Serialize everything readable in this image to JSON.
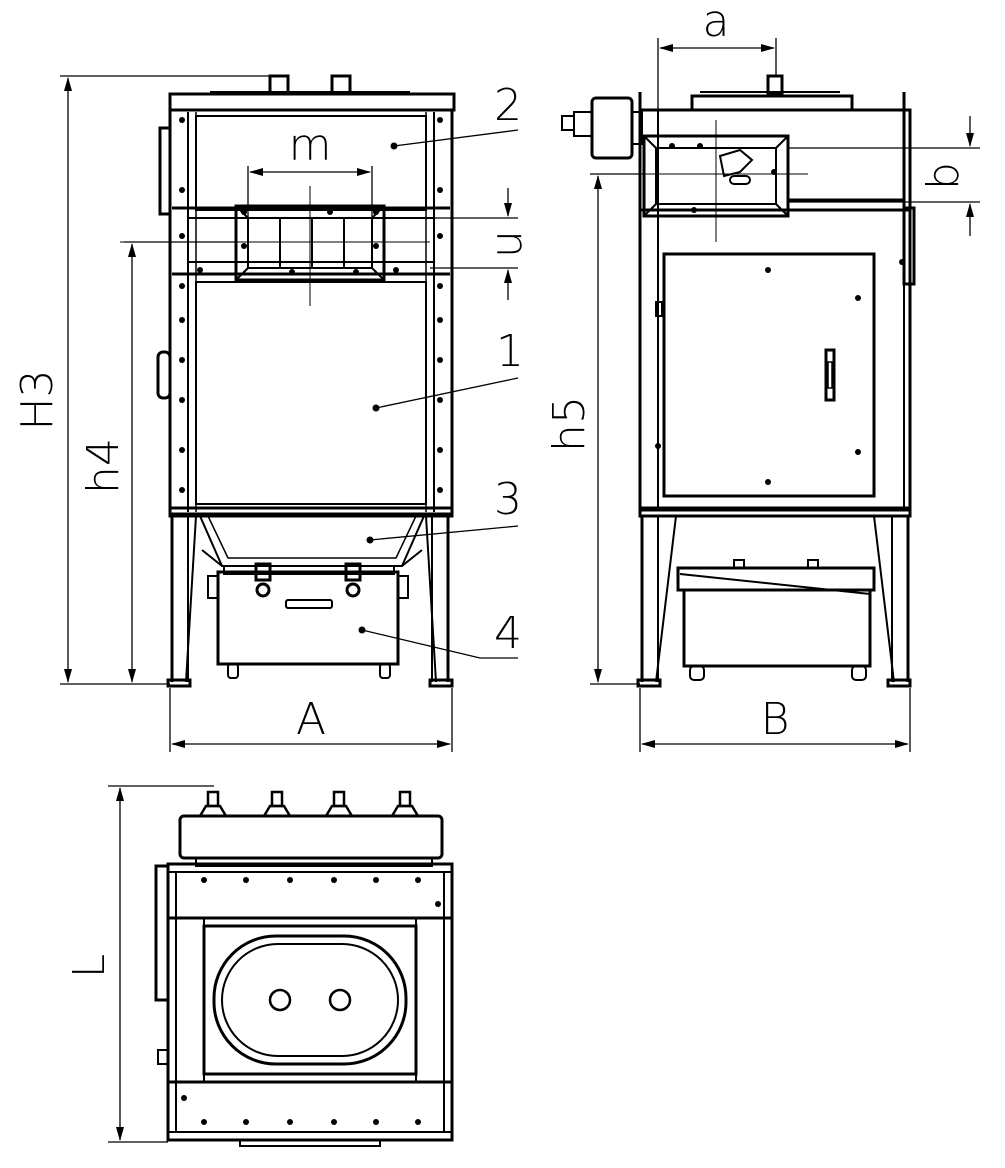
{
  "dimensions": {
    "H3": "H3",
    "h4": "h4",
    "h5": "h5",
    "A": "A",
    "B": "B",
    "L": "L",
    "m": "m",
    "n": "n",
    "a": "a",
    "b": "b"
  },
  "callouts": {
    "part_1": "1",
    "part_2": "2",
    "part_3": "3",
    "part_4": "4"
  },
  "colors": {
    "line": "#000000",
    "background": "#ffffff"
  }
}
